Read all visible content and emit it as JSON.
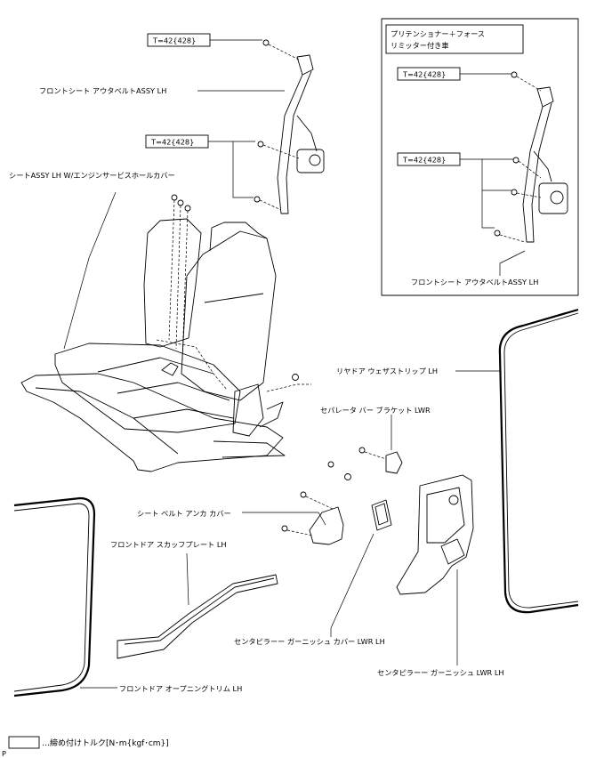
{
  "torque_label": "T=42{428}",
  "labels": {
    "front_seat_outer_belt": "フロントシート アウタベルトASSY LH",
    "seat_assy": "シートASSY LH W/エンジンサービスホールカバー",
    "inset_title_line1": "プリテンショナー＋フォース",
    "inset_title_line2": "リミッター付き車",
    "inset_belt": "フロントシート アウタベルトASSY LH",
    "rear_door_weatherstrip": "リヤドア ウェザストリップ LH",
    "separator_bracket": "セパレータ バー ブラケット LWR",
    "seat_belt_anchor_cover": "シート ベルト アンカ カバー",
    "front_door_scuff": "フロントドア スカッフプレート LH",
    "center_pillar_cover": "センタピラーー ガーニッシュ カバー LWR LH",
    "center_pillar_garnish": "センタピラーー ガーニッシュ LWR LH",
    "front_door_opening_trim": "フロントドア オープニングトリム LH"
  },
  "legend": {
    "text": "…締め付けトルク[N･m{kgf･cm}]",
    "marker": "P"
  }
}
